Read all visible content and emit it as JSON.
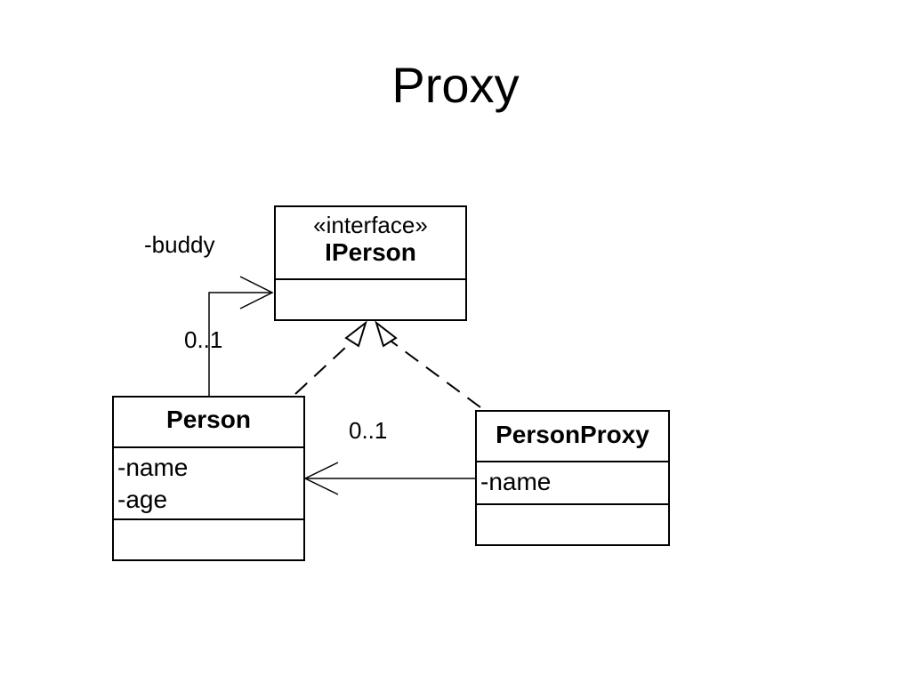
{
  "title": "Proxy",
  "interface": {
    "stereotype": "«interface»",
    "name": "IPerson"
  },
  "person": {
    "name": "Person",
    "attributes": [
      "-name",
      "-age"
    ]
  },
  "person_proxy": {
    "name": "PersonProxy",
    "attributes": [
      "-name"
    ]
  },
  "association_buddy": {
    "role": "-buddy",
    "multiplicity": "0..1"
  },
  "association_proxy": {
    "multiplicity": "0..1"
  }
}
